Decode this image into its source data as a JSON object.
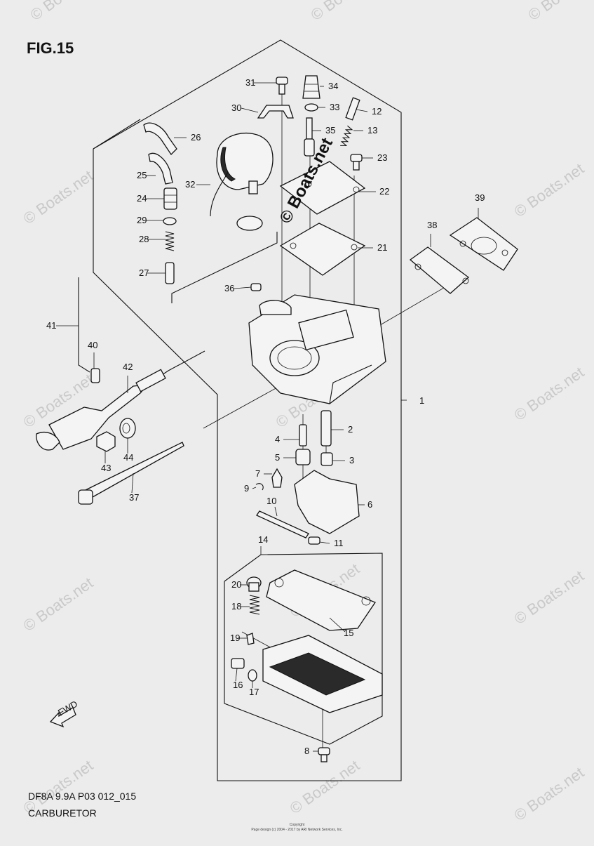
{
  "figure": {
    "title": "FIG.15"
  },
  "footer": {
    "model": "DF8A 9.9A P03 012_015",
    "name": "CARBURETOR"
  },
  "copyright": {
    "line1": "Copyright",
    "line2": "Page design (c) 2004 - 2017 by ARI Network Services, Inc."
  },
  "watermark": {
    "text": "© Boats.net",
    "center_text": "© Boats.net"
  },
  "direction_marker": {
    "label": "FWD"
  },
  "callouts": [
    "1",
    "2",
    "3",
    "4",
    "5",
    "6",
    "7",
    "8",
    "9",
    "10",
    "11",
    "12",
    "13",
    "14",
    "15",
    "16",
    "17",
    "18",
    "19",
    "20",
    "21",
    "22",
    "23",
    "24",
    "25",
    "26",
    "27",
    "28",
    "29",
    "30",
    "31",
    "32",
    "33",
    "34",
    "35",
    "36",
    "37",
    "38",
    "39",
    "40",
    "41",
    "42",
    "43",
    "44"
  ]
}
